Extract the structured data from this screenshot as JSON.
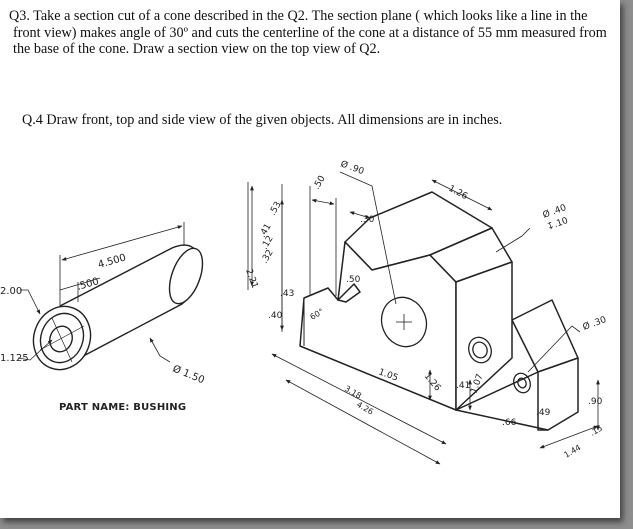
{
  "questions": {
    "q3": "Q3. Take a section cut of a cone described in the Q2. The section plane ( which looks like a line in the front view) makes angle of 30º and cuts the centerline of the cone at a distance of 55 mm measured from the base of the cone.  Draw a section view on the top view of Q2.",
    "q4": "Q.4 Draw front, top and side view of the given objects.  All dimensions are in inches."
  },
  "bushing": {
    "part_name": "PART NAME: BUSHING",
    "dims": {
      "length": "4.500",
      "flange": ".500",
      "outer_dia": "2.00",
      "bore": "1.125",
      "shaft_dia": "Ø 1.50"
    }
  },
  "bracket": {
    "dims": {
      "hole_dia_top": "Ø .90",
      "d_50_top": ".50",
      "d_126_top": "1.26",
      "d_30": ".30",
      "hole_40": "Ø .40",
      "hole_40_depth": "↧.10",
      "d_53": ".53",
      "d_41": ".41",
      "d_12": ".12",
      "d_32": ".32",
      "d_221": "2.21",
      "d_43": ".43",
      "d_40": ".40",
      "d_50_slot": ".50",
      "angle_60": "60°",
      "d_105": "1.05",
      "d_126_side": "1.26",
      "d_41_side": ".41",
      "d_107": "1.07",
      "d_318": "3.18",
      "d_426": "4.26",
      "d_66": ".66",
      "d_49": ".49",
      "d_90": ".90",
      "hole_30": "Ø .30",
      "d_144": "1.44",
      "d_15": ".15"
    }
  }
}
